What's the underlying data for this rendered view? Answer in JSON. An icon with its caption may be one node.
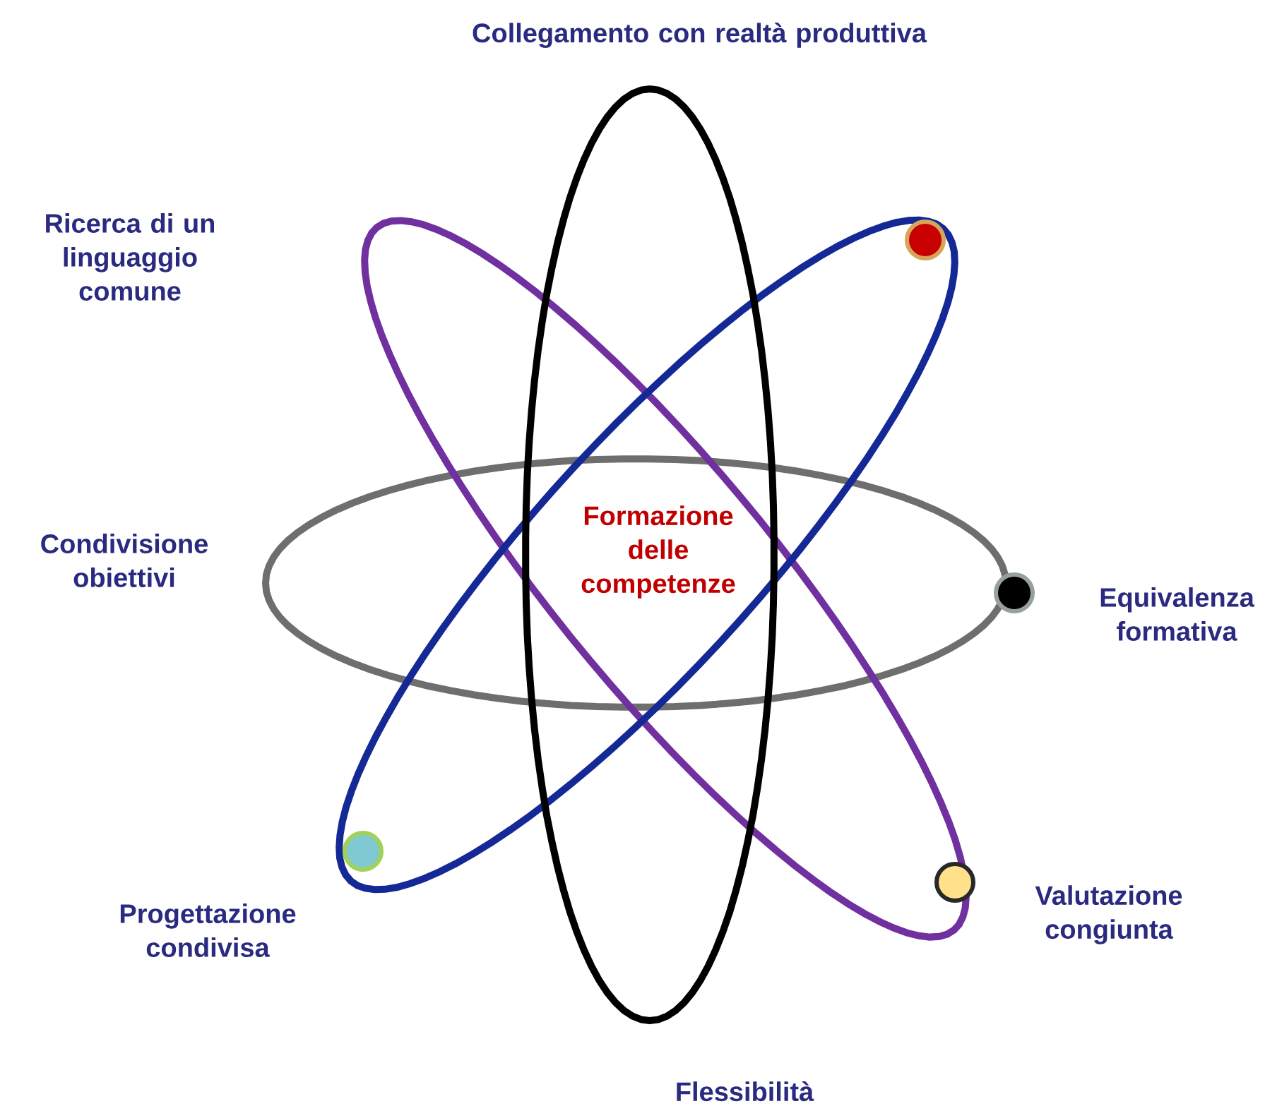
{
  "diagram": {
    "labels": [
      "Collegamento con realtà produttiva",
      "Ricerca di un linguaggio comune",
      "Condivisione obiettivi",
      "Formazione delle competenze",
      "Equivalenza formativa",
      "Progettazione condivisa",
      "Valutazione congiunta",
      "Flessibilità"
    ]
  }
}
